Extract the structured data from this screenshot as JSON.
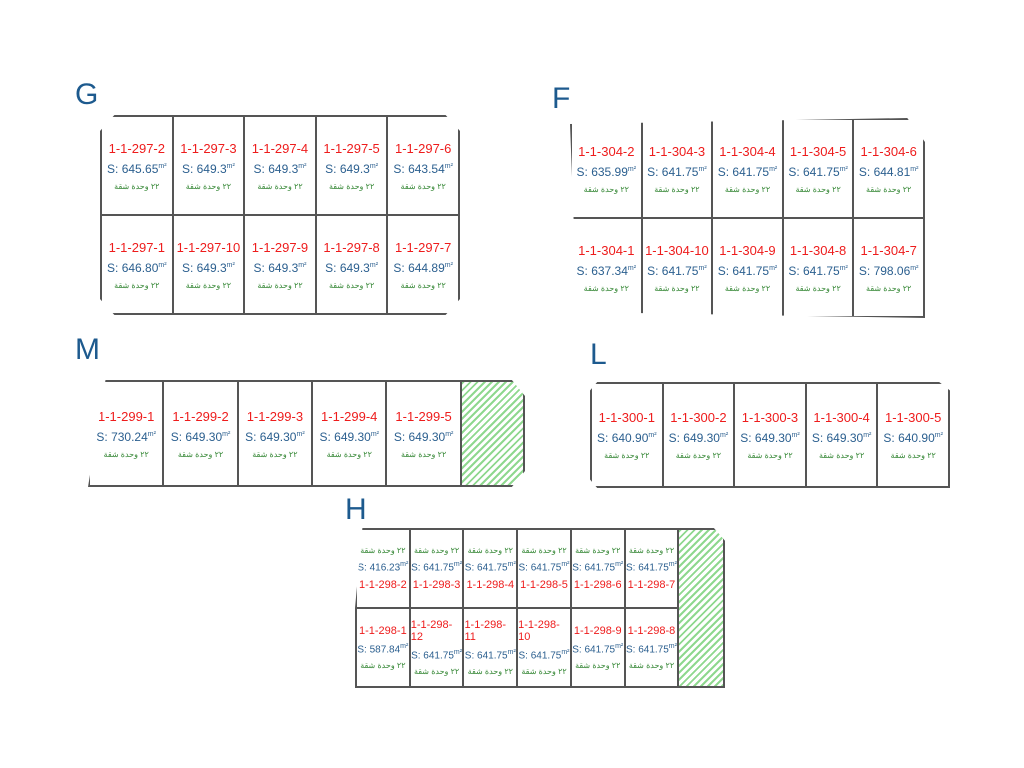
{
  "unit": "m²",
  "area_prefix": "S: ",
  "note": "٢٢ وحدة شقة",
  "blocks": [
    {
      "label": "G",
      "rows": [
        [
          {
            "id": "1-1-297-2",
            "area": "645.65"
          },
          {
            "id": "1-1-297-3",
            "area": "649.3"
          },
          {
            "id": "1-1-297-4",
            "area": "649.3"
          },
          {
            "id": "1-1-297-5",
            "area": "649.3"
          },
          {
            "id": "1-1-297-6",
            "area": "643.54"
          }
        ],
        [
          {
            "id": "1-1-297-1",
            "area": "646.80"
          },
          {
            "id": "1-1-297-10",
            "area": "649.3"
          },
          {
            "id": "1-1-297-9",
            "area": "649.3"
          },
          {
            "id": "1-1-297-8",
            "area": "649.3"
          },
          {
            "id": "1-1-297-7",
            "area": "644.89"
          }
        ]
      ]
    },
    {
      "label": "F",
      "rows": [
        [
          {
            "id": "1-1-304-2",
            "area": "635.99"
          },
          {
            "id": "1-1-304-3",
            "area": "641.75"
          },
          {
            "id": "1-1-304-4",
            "area": "641.75"
          },
          {
            "id": "1-1-304-5",
            "area": "641.75"
          },
          {
            "id": "1-1-304-6",
            "area": "644.81"
          }
        ],
        [
          {
            "id": "1-1-304-1",
            "area": "637.34"
          },
          {
            "id": "1-1-304-10",
            "area": "641.75"
          },
          {
            "id": "1-1-304-9",
            "area": "641.75"
          },
          {
            "id": "1-1-304-8",
            "area": "641.75"
          },
          {
            "id": "1-1-304-7",
            "area": "798.06"
          }
        ]
      ]
    },
    {
      "label": "M",
      "rows": [
        [
          {
            "id": "1-1-299-1",
            "area": "730.24"
          },
          {
            "id": "1-1-299-2",
            "area": "649.30"
          },
          {
            "id": "1-1-299-3",
            "area": "649.30"
          },
          {
            "id": "1-1-299-4",
            "area": "649.30"
          },
          {
            "id": "1-1-299-5",
            "area": "649.30"
          },
          {
            "hatch": true
          }
        ]
      ]
    },
    {
      "label": "L",
      "rows": [
        [
          {
            "id": "1-1-300-1",
            "area": "640.90"
          },
          {
            "id": "1-1-300-2",
            "area": "649.30"
          },
          {
            "id": "1-1-300-3",
            "area": "649.30"
          },
          {
            "id": "1-1-300-4",
            "area": "649.30"
          },
          {
            "id": "1-1-300-5",
            "area": "640.90"
          }
        ]
      ]
    },
    {
      "label": "H",
      "rows": [
        [
          {
            "id": "1-1-298-2",
            "area": "416.23",
            "rev": true
          },
          {
            "id": "1-1-298-3",
            "area": "641.75",
            "rev": true
          },
          {
            "id": "1-1-298-4",
            "area": "641.75",
            "rev": true
          },
          {
            "id": "1-1-298-5",
            "area": "641.75",
            "rev": true
          },
          {
            "id": "1-1-298-6",
            "area": "641.75",
            "rev": true
          },
          {
            "id": "1-1-298-7",
            "area": "641.75",
            "rev": true
          },
          {
            "hatch": true,
            "span": 2
          }
        ],
        [
          {
            "id": "1-1-298-1",
            "area": "587.84"
          },
          {
            "id": "1-1-298-12",
            "area": "641.75"
          },
          {
            "id": "1-1-298-11",
            "area": "641.75"
          },
          {
            "id": "1-1-298-10",
            "area": "641.75"
          },
          {
            "id": "1-1-298-9",
            "area": "641.75"
          },
          {
            "id": "1-1-298-8",
            "area": "641.75"
          }
        ]
      ]
    }
  ]
}
